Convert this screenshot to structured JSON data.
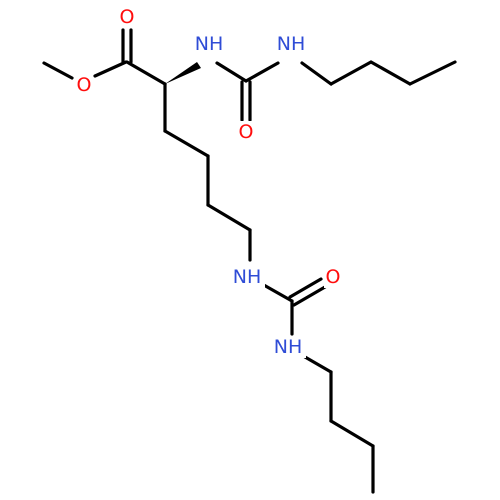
{
  "molecule": {
    "colors": {
      "bond": "#000000",
      "oxygen": "#ff0d0d",
      "nitrogen": "#2f4cd6",
      "background": "#ffffff"
    },
    "atoms": {
      "o_carbonyl_ester": {
        "label": "O",
        "element": "oxygen"
      },
      "o_ester": {
        "label": "O",
        "element": "oxygen"
      },
      "n_alpha": {
        "label": "NH",
        "element": "nitrogen"
      },
      "n_butyl_1": {
        "label": "NH",
        "element": "nitrogen"
      },
      "o_urea_1": {
        "label": "O",
        "element": "oxygen"
      },
      "n_epsilon": {
        "label": "NH",
        "element": "nitrogen"
      },
      "o_urea_2": {
        "label": "O",
        "element": "oxygen"
      },
      "n_butyl_2": {
        "label": "NH",
        "element": "nitrogen"
      }
    }
  }
}
